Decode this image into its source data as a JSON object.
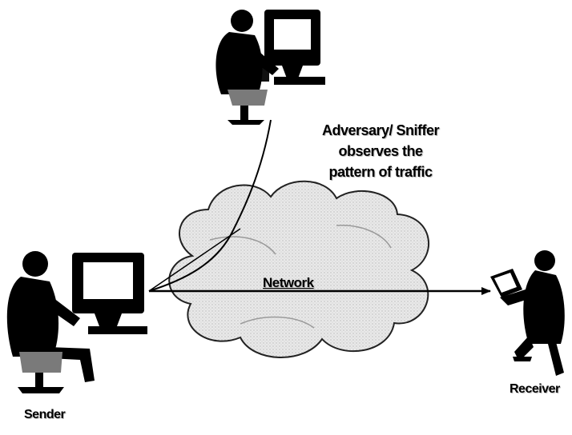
{
  "labels": {
    "adversary_line1": "Adversary/ Sniffer",
    "adversary_line2": "observes the",
    "adversary_line3": "pattern of traffic",
    "network": "Network",
    "sender": "Sender",
    "receiver": "Receiver"
  },
  "icons": {
    "adversary": "person-at-computer-icon",
    "sender": "person-at-computer-icon",
    "receiver": "person-with-laptop-icon",
    "network": "cloud-icon"
  },
  "colors": {
    "silhouette": "#000000",
    "cloud_fill": "#e6e6e6",
    "cloud_outline": "#222222",
    "screen": "#ffffff",
    "chair": "#7a7a7a"
  }
}
